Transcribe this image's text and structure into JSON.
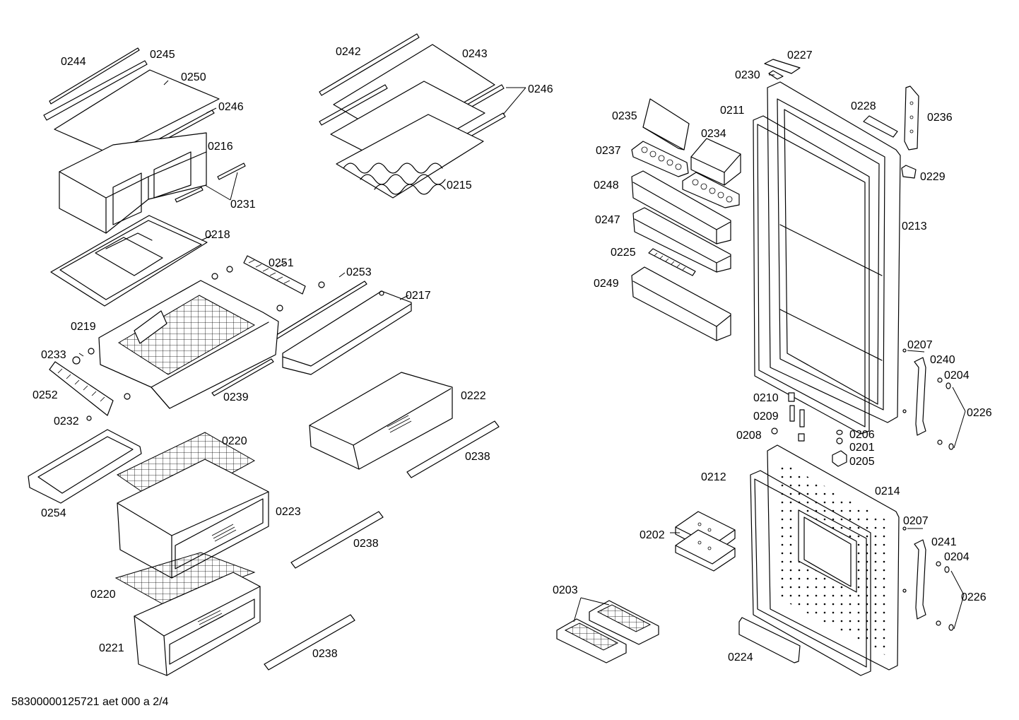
{
  "part_labels": [
    "0244",
    "0245",
    "0250",
    "0246",
    "0216",
    "0231",
    "0218",
    "0251",
    "0253",
    "0217",
    "0219",
    "0233",
    "0252",
    "0232",
    "0239",
    "0254",
    "0220",
    "0223",
    "0221",
    "0220",
    "0222",
    "0238",
    "0238",
    "0238",
    "0242",
    "0243",
    "0246",
    "0215",
    "0235",
    "0234",
    "0237",
    "0248",
    "0247",
    "0225",
    "0249",
    "0227",
    "0230",
    "0211",
    "0228",
    "0236",
    "0229",
    "0213",
    "0207",
    "0240",
    "0204",
    "0226",
    "0210",
    "0209",
    "0208",
    "0206",
    "0201",
    "0205",
    "0212",
    "0214",
    "0202",
    "0207",
    "0241",
    "0204",
    "0226",
    "0203",
    "0224"
  ],
  "caption": "58300000125721 aet 000 a 2/4",
  "colors": {
    "line": "#000000",
    "background": "#ffffff"
  }
}
